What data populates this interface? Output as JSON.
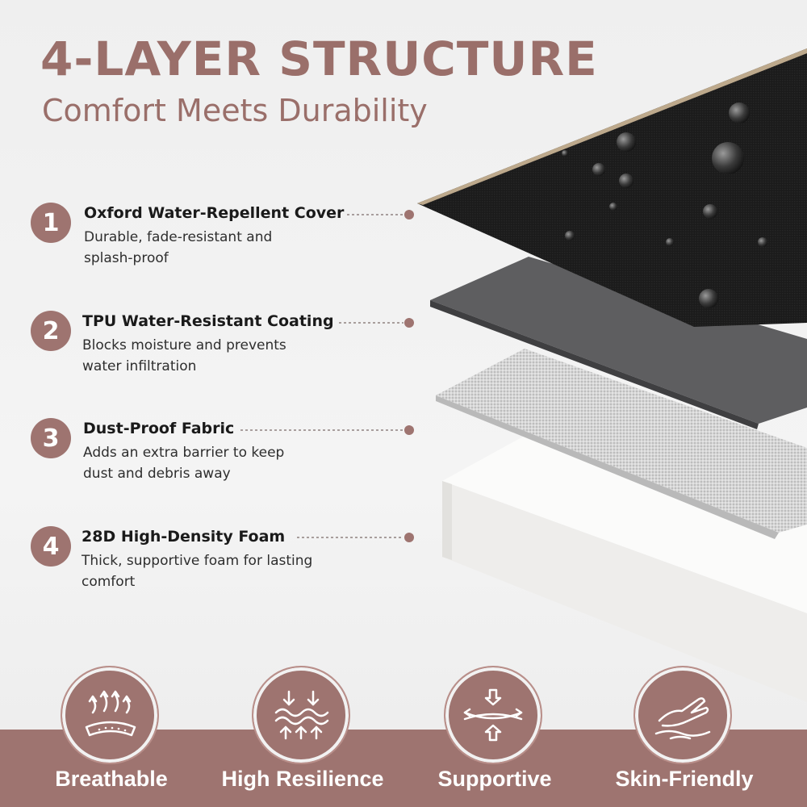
{
  "header": {
    "title": "4-LAYER STRUCTURE",
    "subtitle": "Comfort Meets Durability"
  },
  "layers": [
    {
      "number": "1",
      "title": "Oxford Water-Repellent Cover",
      "description": "Durable, fade-resistant and splash-proof"
    },
    {
      "number": "2",
      "title": "TPU Water-Resistant Coating",
      "description": "Blocks moisture and prevents water infiltration"
    },
    {
      "number": "3",
      "title": "Dust-Proof Fabric",
      "description": "Adds an extra barrier to keep dust and debris away"
    },
    {
      "number": "4",
      "title": "28D High-Density Foam",
      "description": "Thick, supportive foam for lasting comfort"
    }
  ],
  "features": [
    {
      "label": "Breathable",
      "icon": "breathable-icon"
    },
    {
      "label": "High Resilience",
      "icon": "resilience-icon"
    },
    {
      "label": "Supportive",
      "icon": "supportive-icon"
    },
    {
      "label": "Skin-Friendly",
      "icon": "skin-friendly-icon"
    }
  ],
  "colors": {
    "accent": "#9e7470",
    "title_text": "#9a6f6a",
    "cover_black": "#1c1c1c",
    "coating_gray": "#5b5b5d",
    "fabric_light_gray": "#d4d4d4",
    "foam_white": "#f5f4f2"
  }
}
